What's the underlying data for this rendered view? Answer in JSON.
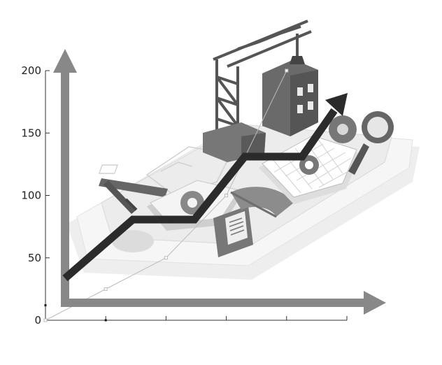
{
  "chart_data": {
    "type": "line",
    "title": "",
    "xlabel": "",
    "ylabel": "",
    "ylim": [
      0,
      200
    ],
    "yticks": [
      "0",
      "50",
      "100",
      "150",
      "200"
    ],
    "xlim": [
      0,
      5
    ],
    "grid": false,
    "legend": "none",
    "series": [
      {
        "values": [
          {
            "x": 0,
            "y": 0
          },
          {
            "x": 1,
            "y": 25
          },
          {
            "x": 2,
            "y": 50
          },
          {
            "x": 3,
            "y": 100
          },
          {
            "x": 4,
            "y": 200
          }
        ],
        "color": "#bbbbbb",
        "marker": "square"
      }
    ],
    "bottom_markers": [
      {
        "x": 0,
        "y": 12
      },
      {
        "x": 1,
        "y": 0
      }
    ]
  },
  "illustration": {
    "subject": "isometric construction site on a smartphone with crane, building, blueprint, gears, ruler, protractor, magnifier and a rising trend arrow",
    "palette": {
      "dark": "#2b2b2b",
      "mid": "#777777",
      "light": "#d9d9d9",
      "pale": "#eeeeee"
    }
  }
}
